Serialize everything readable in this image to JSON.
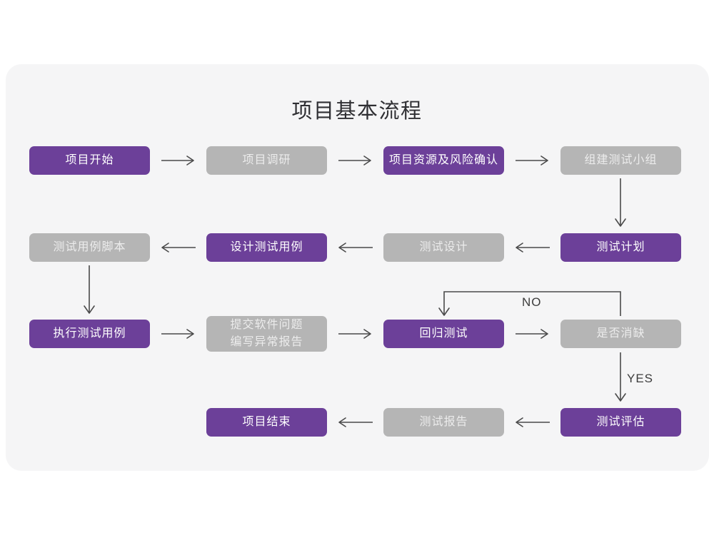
{
  "canvas": {
    "background_color": "#f5f5f6",
    "page_background_color": "#ffffff"
  },
  "header": {
    "title": "项目基本流程"
  },
  "theme": {
    "accent_purple": "#6c4099",
    "muted_gray": "#b5b5b5",
    "purple_text": "#ffffff",
    "gray_text": "#ececec",
    "line_color": "#4a4a4a"
  },
  "flowchart": {
    "type": "diagram",
    "nodes": [
      {
        "id": "n1",
        "label": "项目开始",
        "label2": "",
        "style": "purple",
        "row": 1,
        "col": 1
      },
      {
        "id": "n2",
        "label": "项目调研",
        "label2": "",
        "style": "gray",
        "row": 1,
        "col": 2
      },
      {
        "id": "n3",
        "label": "项目资源及风险确认",
        "label2": "",
        "style": "purple",
        "row": 1,
        "col": 3
      },
      {
        "id": "n4",
        "label": "组建测试小组",
        "label2": "",
        "style": "gray",
        "row": 1,
        "col": 4
      },
      {
        "id": "n5",
        "label": "测试用例脚本",
        "label2": "",
        "style": "gray",
        "row": 2,
        "col": 1
      },
      {
        "id": "n6",
        "label": "设计测试用例",
        "label2": "",
        "style": "purple",
        "row": 2,
        "col": 2
      },
      {
        "id": "n7",
        "label": "测试设计",
        "label2": "",
        "style": "gray",
        "row": 2,
        "col": 3
      },
      {
        "id": "n8",
        "label": "测试计划",
        "label2": "",
        "style": "purple",
        "row": 2,
        "col": 4
      },
      {
        "id": "n9",
        "label": "执行测试用例",
        "label2": "",
        "style": "purple",
        "row": 3,
        "col": 1
      },
      {
        "id": "n10",
        "label": "提交软件问题",
        "label2": "编写异常报告",
        "style": "gray",
        "row": 3,
        "col": 2
      },
      {
        "id": "n11",
        "label": "回归测试",
        "label2": "",
        "style": "purple",
        "row": 3,
        "col": 3
      },
      {
        "id": "n12",
        "label": "是否消缺",
        "label2": "",
        "style": "gray",
        "row": 3,
        "col": 4
      },
      {
        "id": "n13",
        "label": "项目结束",
        "label2": "",
        "style": "purple",
        "row": 4,
        "col": 2
      },
      {
        "id": "n14",
        "label": "测试报告",
        "label2": "",
        "style": "gray",
        "row": 4,
        "col": 3
      },
      {
        "id": "n15",
        "label": "测试评估",
        "label2": "",
        "style": "purple",
        "row": 4,
        "col": 4
      }
    ],
    "edge_labels": {
      "no": "NO",
      "yes": "YES"
    },
    "edges": [
      {
        "from": "n1",
        "to": "n2",
        "label": ""
      },
      {
        "from": "n2",
        "to": "n3",
        "label": ""
      },
      {
        "from": "n3",
        "to": "n4",
        "label": ""
      },
      {
        "from": "n4",
        "to": "n8",
        "label": ""
      },
      {
        "from": "n8",
        "to": "n7",
        "label": ""
      },
      {
        "from": "n7",
        "to": "n6",
        "label": ""
      },
      {
        "from": "n6",
        "to": "n5",
        "label": ""
      },
      {
        "from": "n5",
        "to": "n9",
        "label": ""
      },
      {
        "from": "n9",
        "to": "n10",
        "label": ""
      },
      {
        "from": "n10",
        "to": "n11",
        "label": ""
      },
      {
        "from": "n11",
        "to": "n12",
        "label": ""
      },
      {
        "from": "n12",
        "to": "n11",
        "label": "NO"
      },
      {
        "from": "n12",
        "to": "n15",
        "label": "YES"
      },
      {
        "from": "n15",
        "to": "n14",
        "label": ""
      },
      {
        "from": "n14",
        "to": "n13",
        "label": ""
      }
    ]
  }
}
